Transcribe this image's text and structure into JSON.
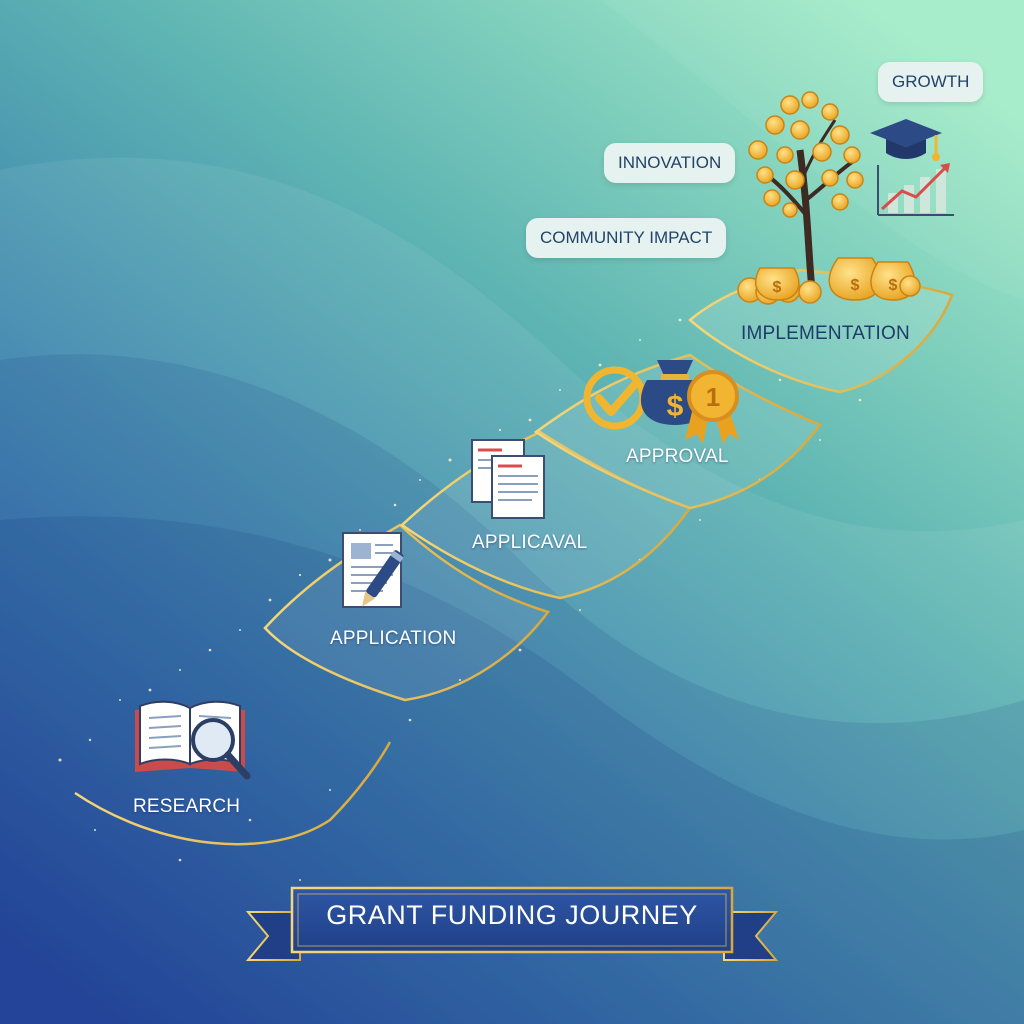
{
  "title": "GRANT FUNDING JOURNEY",
  "steps": [
    {
      "label": "RESEARCH",
      "icon": "open-book-magnifier-icon"
    },
    {
      "label": "APPLICATION",
      "icon": "document-pen-icon"
    },
    {
      "label": "APPLICAVAL",
      "icon": "documents-icon"
    },
    {
      "label": "APPROVAL",
      "icon": "money-bag-check-medal-icon"
    },
    {
      "label": "IMPLEMENTATION",
      "icon": "money-tree-icon"
    }
  ],
  "bubbles": {
    "growth": "GROWTH",
    "innovation": "INNOVATION",
    "community": "COMMUNITY IMPACT"
  },
  "colors": {
    "background_top": "#9fe8c6",
    "background_bottom": "#1d3f9a",
    "gold": "#e9c35a",
    "navy": "#22386b",
    "coin": "#f2b531"
  }
}
